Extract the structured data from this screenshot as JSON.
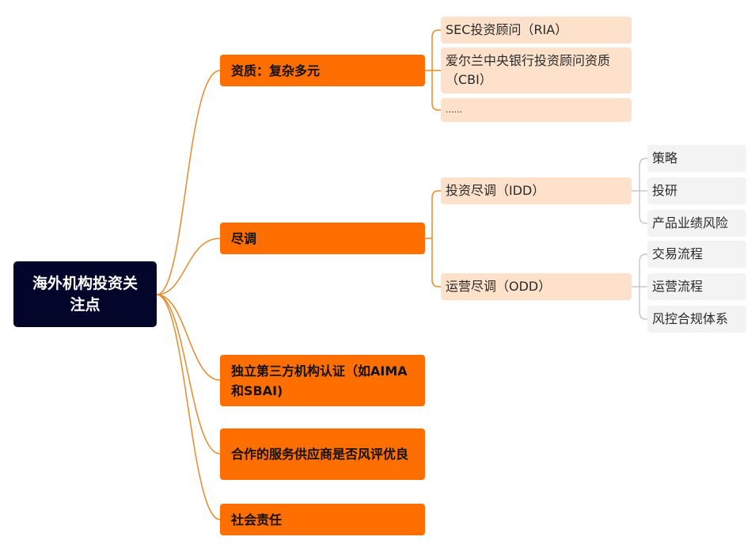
{
  "root": {
    "label": "海外机构投资关注点"
  },
  "branches": [
    {
      "label": "资质：复杂多元",
      "children": [
        {
          "label": "SEC投资顾问（RIA）"
        },
        {
          "label": "爱尔兰中央银行投资顾问资质（CBI）"
        },
        {
          "label": "......"
        }
      ]
    },
    {
      "label": "尽调",
      "children": [
        {
          "label": "投资尽调（IDD）",
          "children": [
            {
              "label": "策略"
            },
            {
              "label": "投研"
            },
            {
              "label": "产品业绩风险"
            }
          ]
        },
        {
          "label": "运营尽调（ODD）",
          "children": [
            {
              "label": "交易流程"
            },
            {
              "label": "运营流程"
            },
            {
              "label": "风控合规体系"
            }
          ]
        }
      ]
    },
    {
      "label": "独立第三方机构认证（如AIMA和SBAI)"
    },
    {
      "label": "合作的服务供应商是否风评优良"
    },
    {
      "label": "社会责任"
    }
  ],
  "colors": {
    "root": "#03062a",
    "branch": "#ff6f00",
    "sub": "#fde1cb",
    "leaf": "#f3f3f3",
    "link_main": "#e98a2a",
    "link_leaf": "#bdbdbd"
  }
}
